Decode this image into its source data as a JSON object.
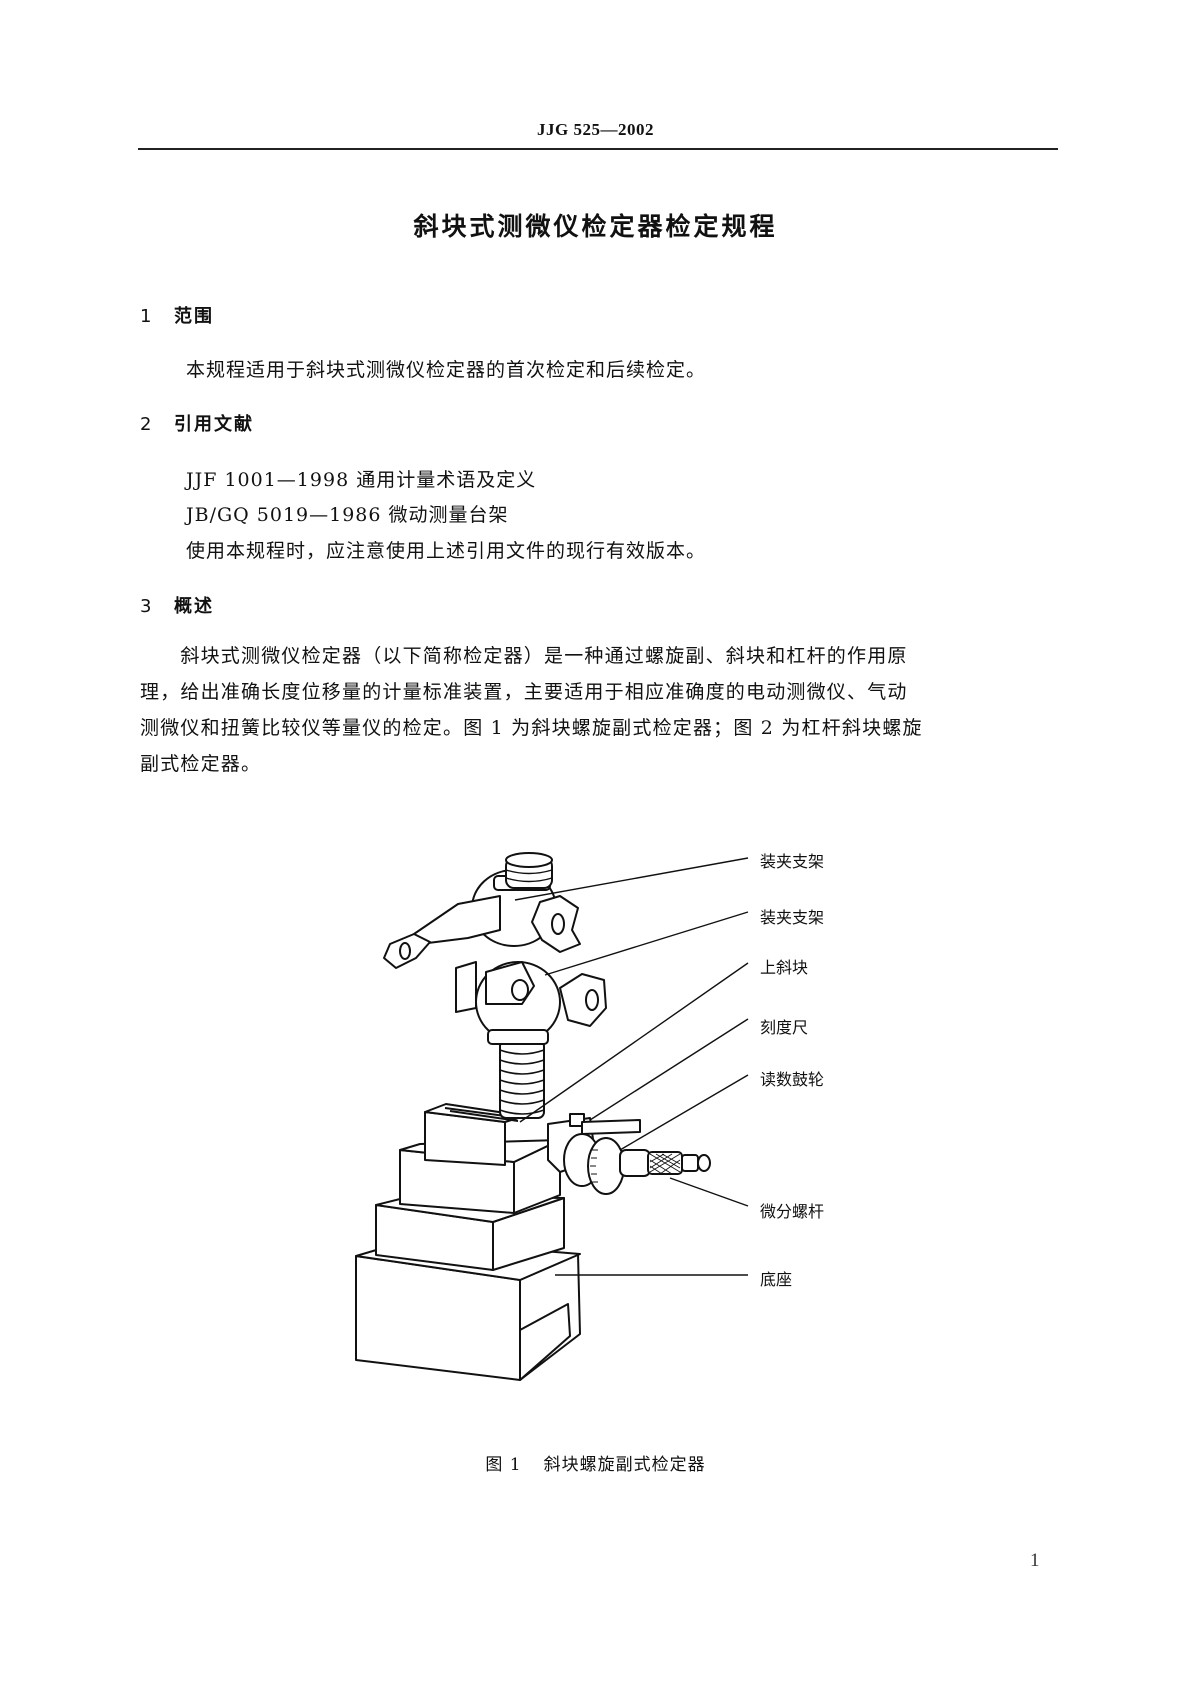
{
  "header": {
    "standard_code": "JJG 525—2002"
  },
  "title": "斜块式测微仪检定器检定规程",
  "sections": [
    {
      "number": "1",
      "heading": "范围",
      "paragraphs": [
        "本规程适用于斜块式测微仪检定器的首次检定和后续检定。"
      ]
    },
    {
      "number": "2",
      "heading": "引用文献",
      "paragraphs": [
        "JJF 1001—1998 通用计量术语及定义",
        "JB/GQ 5019—1986 微动测量台架",
        "使用本规程时，应注意使用上述引用文件的现行有效版本。"
      ]
    },
    {
      "number": "3",
      "heading": "概述",
      "paragraph_lines": [
        "　　斜块式测微仪检定器（以下简称检定器）是一种通过螺旋副、斜块和杠杆的作用原",
        "理，给出准确长度位移量的计量标准装置，主要适用于相应准确度的电动测微仪、气动",
        "测微仪和扭簧比较仪等量仪的检定。图 1 为斜块螺旋副式检定器；图 2 为杠杆斜块螺旋",
        "副式检定器。"
      ]
    }
  ],
  "figure": {
    "labels": [
      "装夹支架",
      "装夹支架",
      "上斜块",
      "刻度尺",
      "读数鼓轮",
      "微分螺杆",
      "底座"
    ],
    "caption_number": "图 1",
    "caption_text": "斜块螺旋副式检定器"
  },
  "page_number": "1"
}
